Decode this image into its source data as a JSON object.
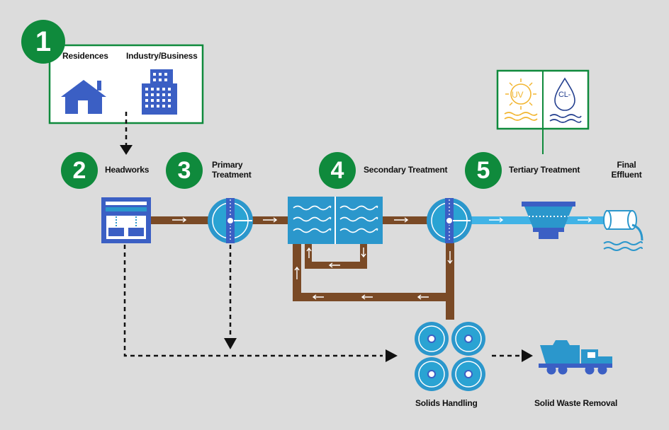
{
  "steps": [
    {
      "number": "1"
    },
    {
      "number": "2",
      "label": "Headworks"
    },
    {
      "number": "3",
      "label_line1": "Primary",
      "label_line2": "Treatment"
    },
    {
      "number": "4",
      "label": "Secondary Treatment"
    },
    {
      "number": "5",
      "label": "Tertiary Treatment"
    }
  ],
  "sources": {
    "residences": "Residences",
    "industry": "Industry/Business"
  },
  "final_effluent": {
    "line1": "Final",
    "line2": "Effluent"
  },
  "solids_handling": "Solids Handling",
  "solid_waste_removal": "Solid Waste Removal",
  "disinfection": {
    "uv": "UV",
    "chlorine": "CL-"
  },
  "colors": {
    "background": "#dcdcdc",
    "step_green": "#0f8a3c",
    "pipe_brown": "#7a4a26",
    "effluent_blue": "#41b3e6",
    "equipment_blue": "#2b97cc",
    "icon_blue": "#3b5fc4",
    "uv_yellow": "#f2b632"
  }
}
